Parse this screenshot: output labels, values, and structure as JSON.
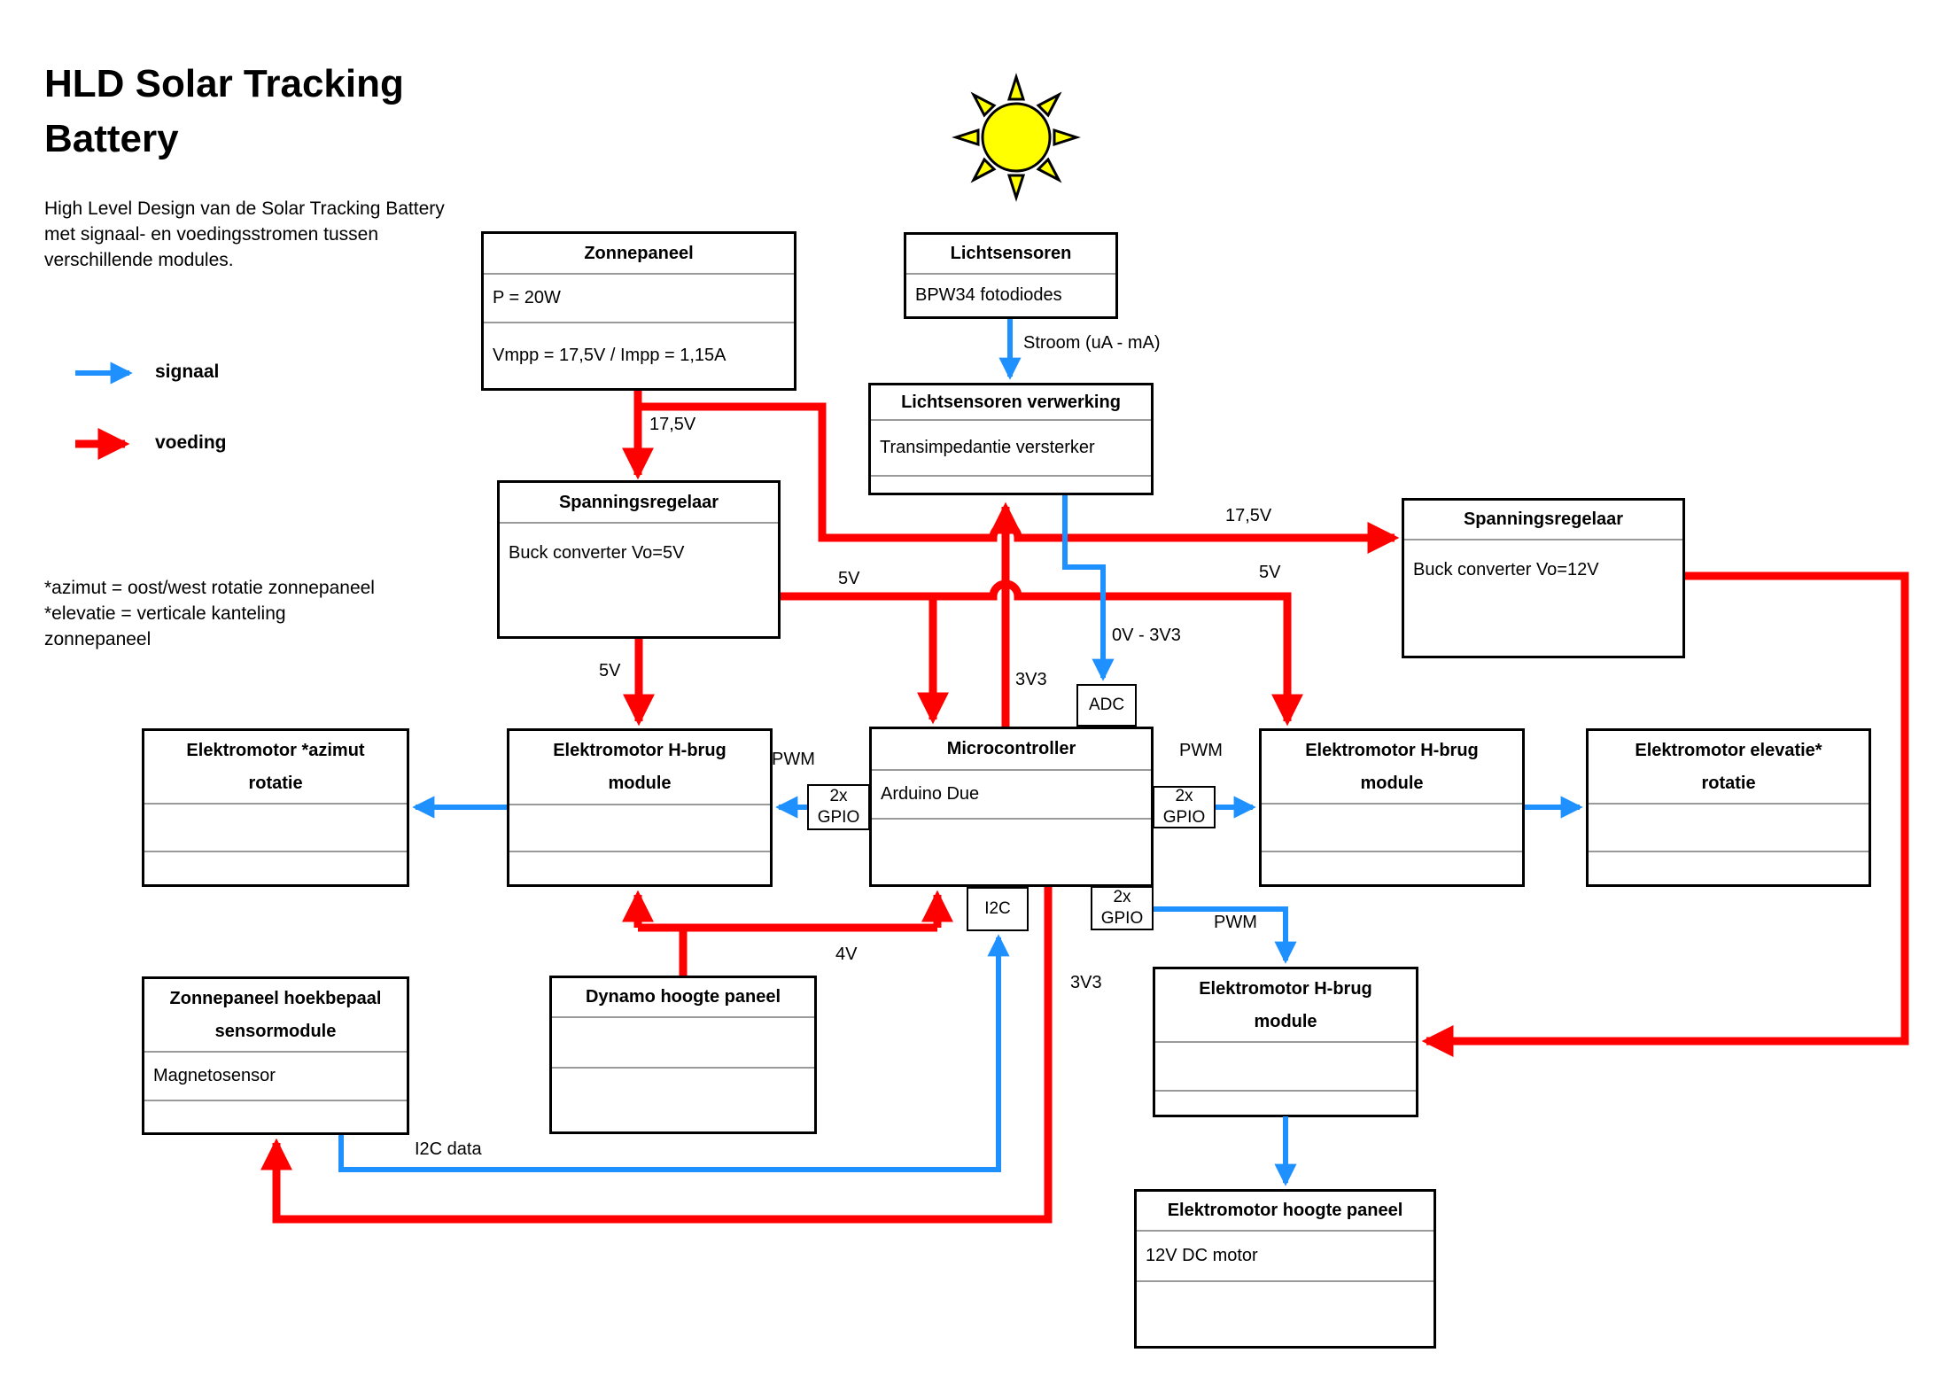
{
  "header": {
    "title": "HLD Solar Tracking Battery",
    "subtitle": "High Level Design van de Solar Tracking Battery met signaal- en voedingsstromen tussen verschillende modules."
  },
  "legend": {
    "signal": {
      "label": "signaal",
      "color": "#1e90ff"
    },
    "power": {
      "label": "voeding",
      "color": "#ff0000"
    }
  },
  "notes": {
    "azimut": "*azimut = oost/west rotatie zonnepaneel",
    "elevatie": "*elevatie = verticale kanteling zonnepaneel"
  },
  "icons": {
    "sun": "sun-icon",
    "sun_fill": "#ffff00"
  },
  "modules": {
    "zonnepaneel": {
      "title": "Zonnepaneel",
      "rows": [
        "P = 20W",
        "Vmpp = 17,5V / Impp = 1,15A"
      ]
    },
    "lichtsensoren": {
      "title": "Lichtsensoren",
      "rows": [
        "BPW34 fotodiodes"
      ]
    },
    "verwerking": {
      "title": "Lichtsensoren verwerking",
      "rows": [
        "Transimpedantie versterker"
      ]
    },
    "sr5": {
      "title": "Spanningsregelaar",
      "rows": [
        "Buck converter Vo=5V"
      ]
    },
    "sr12": {
      "title": "Spanningsregelaar",
      "rows": [
        "Buck converter Vo=12V"
      ]
    },
    "motor_azimut": {
      "title": "Elektromotor *azimut rotatie",
      "rows": []
    },
    "hbrug_links": {
      "title": "Elektromotor H-brug module",
      "rows": []
    },
    "microcontroller": {
      "title": "Microcontroller",
      "rows": [
        "Arduino Due"
      ]
    },
    "hbrug_rechts": {
      "title": "Elektromotor H-brug module",
      "rows": []
    },
    "motor_elevatie": {
      "title": "Elektromotor elevatie* rotatie",
      "rows": []
    },
    "hoekbepaal": {
      "title": "Zonnepaneel hoekbepaal sensormodule",
      "rows": [
        "Magnetosensor"
      ]
    },
    "dynamo": {
      "title": "Dynamo hoogte paneel",
      "rows": []
    },
    "hbrug_onder": {
      "title": "Elektromotor H-brug module",
      "rows": []
    },
    "motor_hoogte": {
      "title": "Elektromotor hoogte paneel",
      "rows": [
        "12V DC motor"
      ]
    }
  },
  "ports": {
    "adc": "ADC",
    "gpio_left": "2x GPIO",
    "gpio_right": "2x GPIO",
    "gpio_bottom": "2x GPIO",
    "i2c": "I2C"
  },
  "wire_labels": {
    "v17_5_panel": "17,5V",
    "v17_5_bus": "17,5V",
    "stroom": "Stroom (uA - mA)",
    "v5_bus_left": "5V",
    "v5_bus_right": "5V",
    "v5_down": "5V",
    "adc_range": "0V - 3V3",
    "v3v3_mid": "3V3",
    "pwm_left": "PWM",
    "pwm_right": "PWM",
    "pwm_bottom": "PWM",
    "v4": "4V",
    "v3v3_bottom": "3V3",
    "i2c_data": "I2C data"
  }
}
